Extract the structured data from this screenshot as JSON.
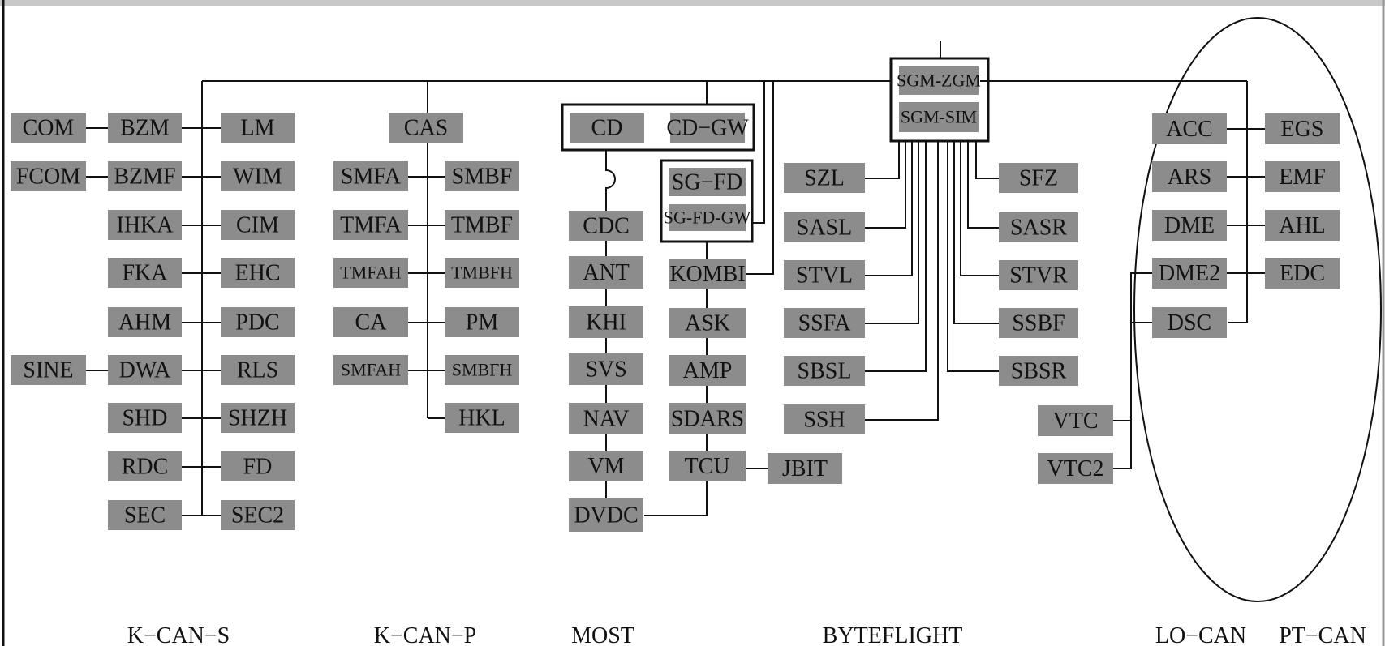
{
  "nodes": {
    "COM": "COM",
    "FCOM": "FCOM",
    "SINE": "SINE",
    "BZM": "BZM",
    "BZMF": "BZMF",
    "IHKA": "IHKA",
    "FKA": "FKA",
    "AHM": "AHM",
    "DWA": "DWA",
    "SHD": "SHD",
    "RDC": "RDC",
    "SEC": "SEC",
    "LM": "LM",
    "WIM": "WIM",
    "CIM": "CIM",
    "EHC": "EHC",
    "PDC": "PDC",
    "RLS": "RLS",
    "SHZH": "SHZH",
    "FD": "FD",
    "SEC2": "SEC2",
    "CAS": "CAS",
    "SMFA": "SMFA",
    "TMFA": "TMFA",
    "TMFAH": "TMFAH",
    "CA": "CA",
    "SMFAH": "SMFAH",
    "SMBF": "SMBF",
    "TMBF": "TMBF",
    "TMBFH": "TMBFH",
    "PM": "PM",
    "SMBFH": "SMBFH",
    "HKL": "HKL",
    "CD": "CD",
    "CD_GW": "CD−GW",
    "CDC": "CDC",
    "ANT": "ANT",
    "KHI": "KHI",
    "SVS": "SVS",
    "NAV": "NAV",
    "VM": "VM",
    "DVDC": "DVDC",
    "SG_FD": "SG−FD",
    "SG_FD_GW": "SG-FD-GW",
    "KOMBI": "KOMBI",
    "ASK": "ASK",
    "AMP": "AMP",
    "SDARS": "SDARS",
    "TCU": "TCU",
    "JBIT": "JBIT",
    "SGM_ZGM": "SGM-ZGM",
    "SGM_SIM": "SGM-SIM",
    "SZL": "SZL",
    "SASL": "SASL",
    "STVL": "STVL",
    "SSFA": "SSFA",
    "SBSL": "SBSL",
    "SSH": "SSH",
    "SFZ": "SFZ",
    "SASR": "SASR",
    "STVR": "STVR",
    "SSBF": "SSBF",
    "SBSR": "SBSR",
    "ACC": "ACC",
    "ARS": "ARS",
    "DME": "DME",
    "DME2": "DME2",
    "DSC": "DSC",
    "EGS": "EGS",
    "EMF": "EMF",
    "AHL": "AHL",
    "EDC": "EDC",
    "VTC": "VTC",
    "VTC2": "VTC2"
  },
  "bus_labels": {
    "k_can_s": "K−CAN−S",
    "k_can_p": "K−CAN−P",
    "most": "MOST",
    "byteflight": "BYTEFLIGHT",
    "lo_can": "LO−CAN",
    "pt_can": "PT−CAN"
  }
}
